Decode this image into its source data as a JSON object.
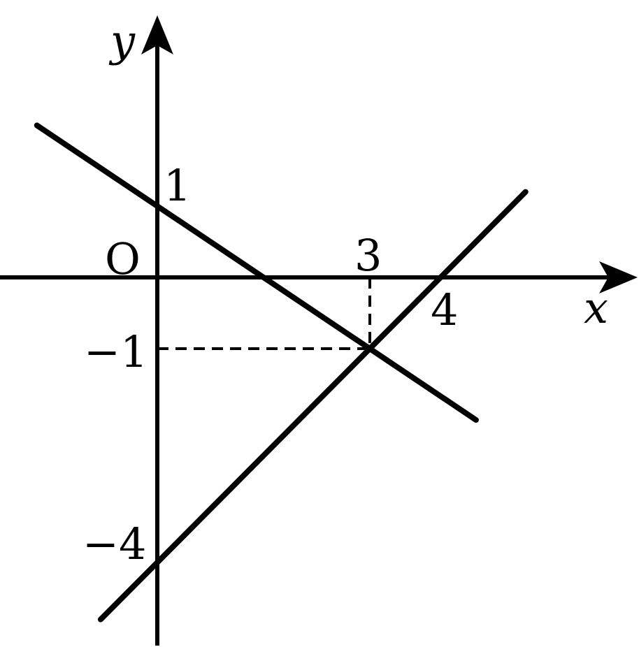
{
  "axes": {
    "x_label": "x",
    "y_label": "y",
    "origin_label": "O"
  },
  "ticks": {
    "x_3": "3",
    "x_4": "4",
    "y_1": "1",
    "y_neg1": "−1",
    "y_neg4": "−4"
  },
  "lines": [
    {
      "name": "decreasing-line",
      "slope": -0.6667,
      "intercept": 1,
      "x_range": [
        -1.7,
        4.5
      ]
    },
    {
      "name": "increasing-line",
      "slope": 1,
      "intercept": -4,
      "x_range": [
        -0.8,
        5.2
      ]
    }
  ],
  "intersection": {
    "x": 3,
    "y": -1
  },
  "colors": {
    "stroke": "#000000",
    "background": "#ffffff"
  }
}
